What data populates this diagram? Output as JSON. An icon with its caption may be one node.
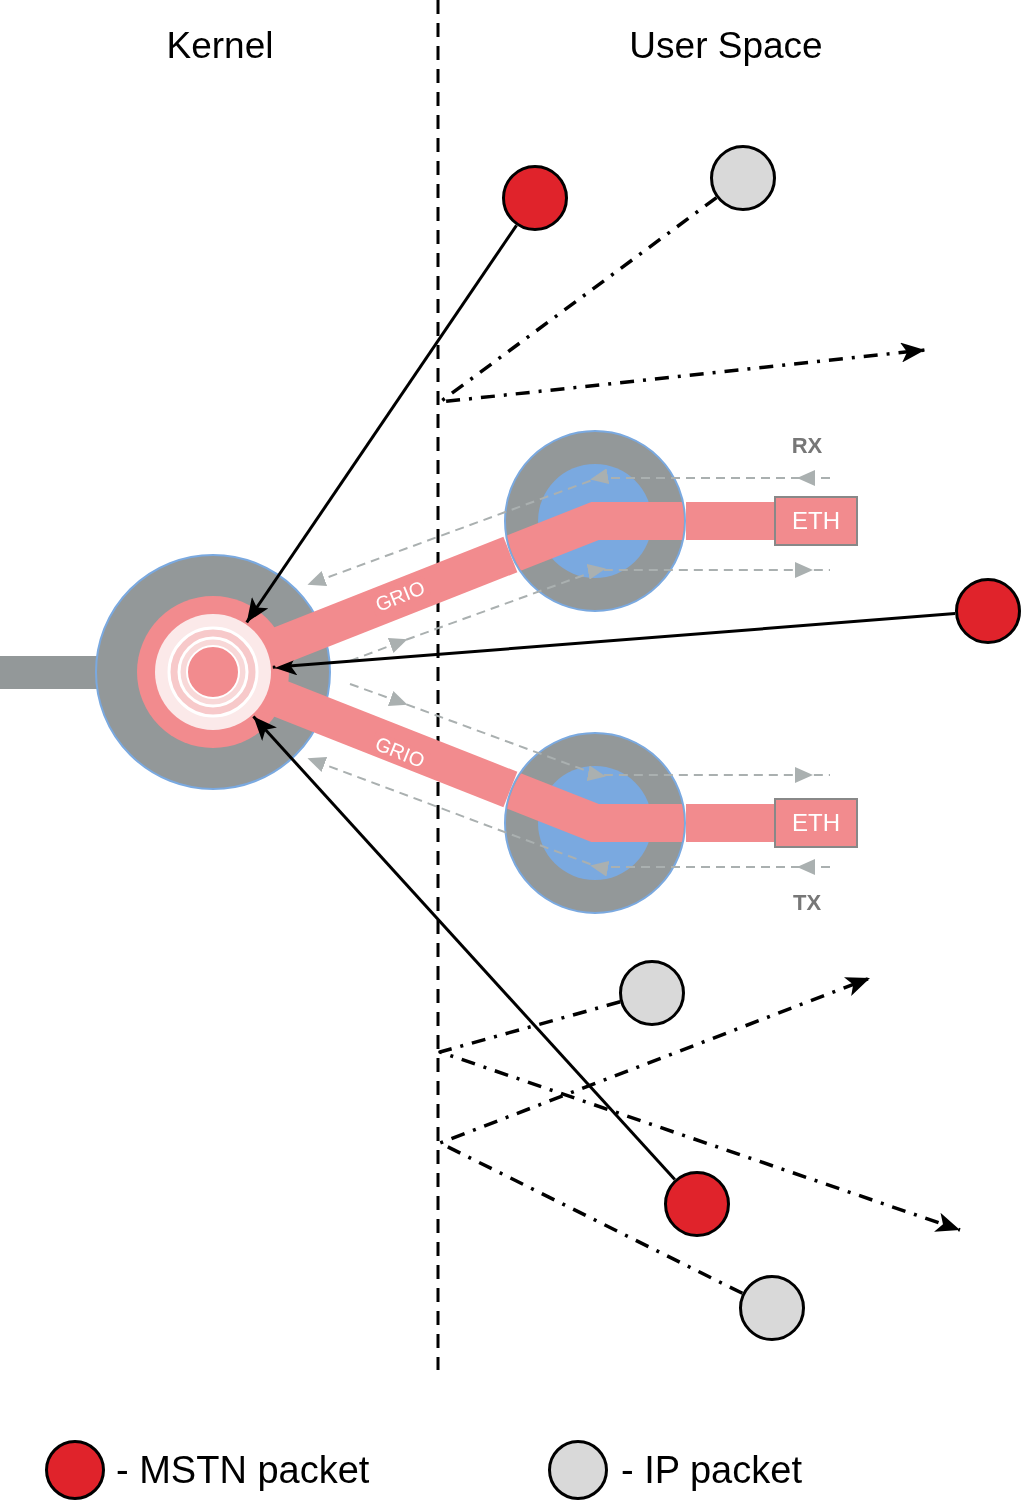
{
  "diagram": {
    "nodes": [
      {
        "text": [],
        "shape": "circle"
      },
      {
        "text": [],
        "shape": "circle"
      },
      {
        "text": [],
        "shape": "circle"
      },
      {
        "text": [
          "ETH"
        ]
      },
      {
        "text": [
          "ETH"
        ]
      },
      {
        "text": [],
        "shape": "circle"
      },
      {
        "text": [],
        "shape": "circle"
      },
      {
        "text": [],
        "shape": "circle"
      },
      {
        "text": [],
        "shape": "circle"
      },
      {
        "text": [],
        "shape": "circle"
      },
      {
        "text": [],
        "shape": "circle"
      }
    ],
    "edges": [
      {
        "from": 5,
        "to": 0,
        "arrow": "to"
      },
      {
        "from": 7,
        "to": 0,
        "arrow": "to"
      },
      {
        "from": 9,
        "to": 0,
        "arrow": "to"
      },
      {
        "from": 0,
        "to": 1,
        "arrow": "none",
        "label": "GRIO",
        "style": "thick",
        "color": "#f28b8e"
      },
      {
        "from": 1,
        "to": 3,
        "arrow": "none",
        "style": "thick",
        "color": "#f28b8e"
      },
      {
        "from": 0,
        "to": 2,
        "arrow": "none",
        "label": "GRIO",
        "style": "thick",
        "color": "#f28b8e"
      },
      {
        "from": 2,
        "to": 4,
        "arrow": "none",
        "style": "thick",
        "color": "#f28b8e"
      },
      {
        "from": 6,
        "to": null,
        "arrow": "to",
        "style": "dashed"
      },
      {
        "from": 8,
        "to": null,
        "arrow": "to",
        "style": "dashed"
      },
      {
        "from": 10,
        "to": null,
        "arrow": "to",
        "style": "dashed"
      }
    ],
    "labels": [
      "Kernel",
      "User Space",
      "RX",
      "TX"
    ],
    "legend": [
      {
        "text": "- MSTN packet",
        "color": "#e0232b"
      },
      {
        "text": "- IP packet",
        "color": "#d9d9d9"
      }
    ]
  }
}
